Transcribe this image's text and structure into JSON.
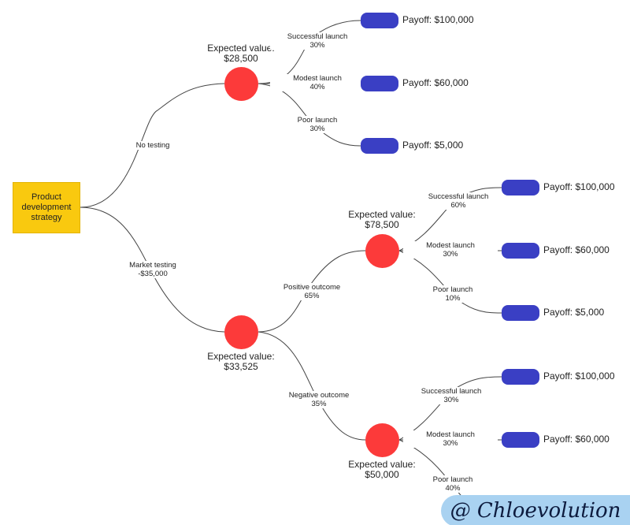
{
  "root": {
    "label": "Product development strategy"
  },
  "branches": {
    "no_testing": {
      "label": "No testing"
    },
    "market_testing": {
      "label": "Market testing",
      "cost": "-$35,000"
    },
    "positive": {
      "label": "Positive outcome",
      "prob": "65%"
    },
    "negative": {
      "label": "Negative outcome",
      "prob": "35%"
    }
  },
  "chance_nodes": {
    "a": {
      "ev_label": "Expected value:",
      "ev_value": "$28,500"
    },
    "b": {
      "ev_label": "Expected value:",
      "ev_value": "$33,525"
    },
    "c": {
      "ev_label": "Expected value:",
      "ev_value": "$78,500"
    },
    "d": {
      "ev_label": "Expected value:",
      "ev_value": "$50,000"
    }
  },
  "outcomes": {
    "a1": {
      "label": "Successful launch",
      "prob": "30%",
      "payoff": "Payoff: $100,000"
    },
    "a2": {
      "label": "Modest launch",
      "prob": "40%",
      "payoff": "Payoff: $60,000"
    },
    "a3": {
      "label": "Poor launch",
      "prob": "30%",
      "payoff": "Payoff: $5,000"
    },
    "c1": {
      "label": "Successful launch",
      "prob": "60%",
      "payoff": "Payoff: $100,000"
    },
    "c2": {
      "label": "Modest launch",
      "prob": "30%",
      "payoff": "Payoff: $60,000"
    },
    "c3": {
      "label": "Poor launch",
      "prob": "10%",
      "payoff": "Payoff: $5,000"
    },
    "d1": {
      "label": "Successful launch",
      "prob": "30%",
      "payoff": "Payoff: $100,000"
    },
    "d2": {
      "label": "Modest launch",
      "prob": "30%",
      "payoff": "Payoff: $60,000"
    },
    "d3": {
      "label": "Poor launch",
      "prob": "40%"
    }
  },
  "watermark": {
    "text": "@ Chloevolution"
  },
  "colors": {
    "root_fill": "#f9c90f",
    "chance_fill": "#fc3a3a",
    "payoff_fill": "#3a3fc4",
    "edge": "#444444"
  }
}
